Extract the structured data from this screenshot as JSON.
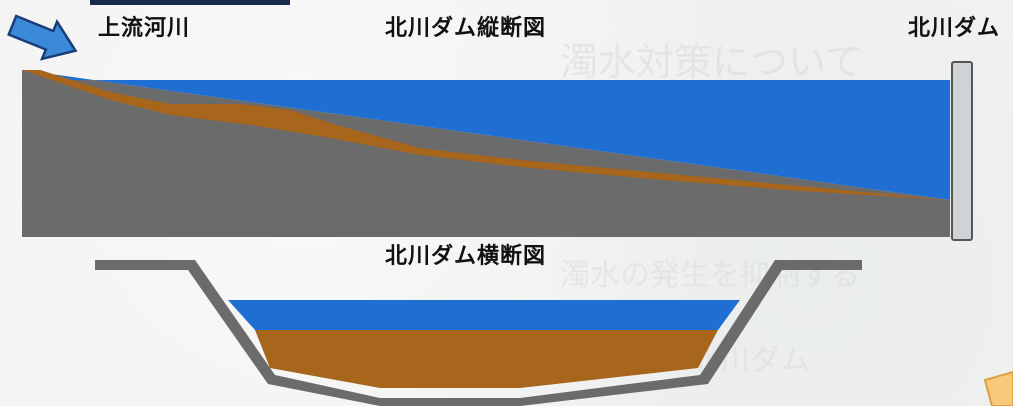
{
  "labels": {
    "upstream_river": "上流河川",
    "longitudinal_title": "北川ダム縦断図",
    "dam": "北川ダム",
    "cross_title": "北川ダム横断図"
  },
  "colors": {
    "water": "#1e6fd1",
    "sediment": "#a8651c",
    "ground": "#6b6b6b",
    "dam": "#cfd3d6",
    "arrow": "#3a8ad8"
  },
  "background_text": {
    "line1": "濁水対策について",
    "line2": "濁水の発生を抑制する",
    "line3": "北川ダム"
  }
}
